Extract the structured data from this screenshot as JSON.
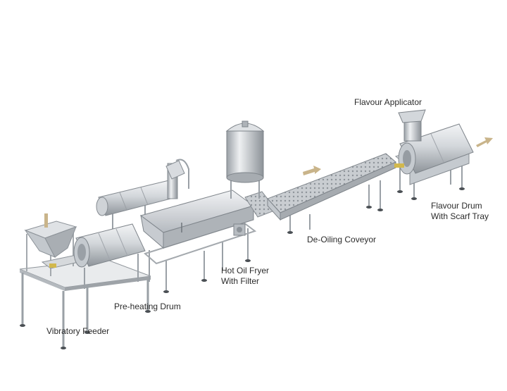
{
  "labels": {
    "vibratory_feeder": "Vibratory Feeder",
    "preheating_drum": "Pre-heating Drum",
    "hot_oil_fryer_line1": "Hot Oil Fryer",
    "hot_oil_fryer_line2": "With Filter",
    "de_oiling_conveyor": "De-Oiling Coveyor",
    "flavour_applicator": "Flavour Applicator",
    "flavour_drum_line1": "Flavour Drum",
    "flavour_drum_line2": "With Scarf Tray"
  },
  "colors": {
    "steel_light": "#e4e7ea",
    "steel_mid": "#b9bec4",
    "steel_dark": "#7c8288",
    "arrow": "#c9b48a",
    "label_text": "#2b2b2b"
  },
  "icons": {
    "flow_arrow": "flow-arrow-icon"
  }
}
